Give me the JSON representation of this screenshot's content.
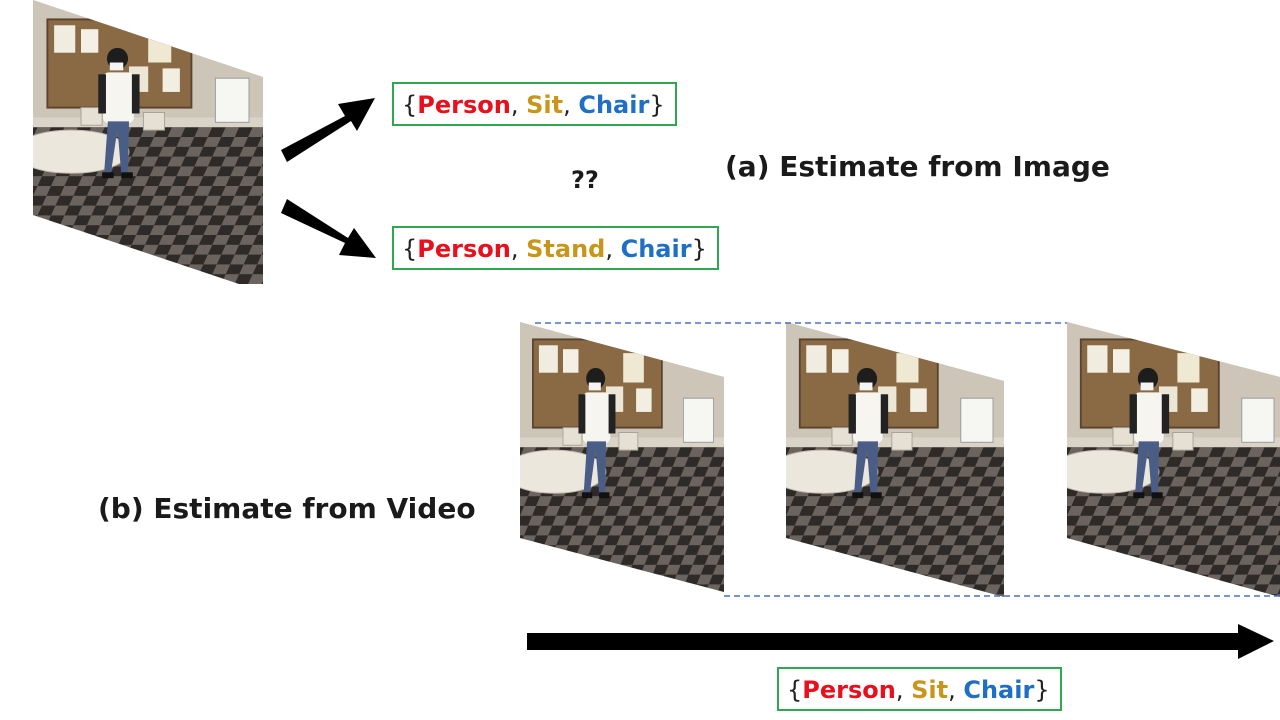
{
  "image_section": {
    "caption": "(a)  Estimate from Image",
    "uncertainty_mark": "??",
    "candidate_top": {
      "open": "{",
      "subject": "Person",
      "sep1": ", ",
      "verb": "Sit",
      "sep2": ", ",
      "object": "Chair",
      "close": "}"
    },
    "candidate_bottom": {
      "open": "{",
      "subject": "Person",
      "sep1": ", ",
      "verb": "Stand",
      "sep2": ", ",
      "object": "Chair",
      "close": "}"
    }
  },
  "video_section": {
    "caption": "(b)  Estimate from Video",
    "result": {
      "open": "{",
      "subject": "Person",
      "sep1": ", ",
      "verb": "Sit",
      "sep2": ", ",
      "object": "Chair",
      "close": "}"
    }
  },
  "colors": {
    "subject": "#e8101c",
    "verb": "#c8961a",
    "object": "#1f6fc4",
    "box_border": "#2fa84f",
    "dashed_guide": "#4a72c4",
    "arrow": "#000000"
  },
  "icons": [
    "photo-frame",
    "arrow-right",
    "timeline-arrow"
  ]
}
